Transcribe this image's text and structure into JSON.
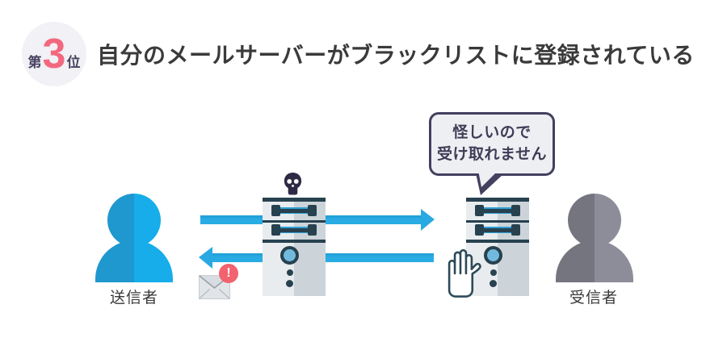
{
  "header": {
    "rank_prefix": "第",
    "rank_number": "3",
    "rank_suffix": "位",
    "title": "自分のメールサーバーがブラックリストに登録されている"
  },
  "diagram": {
    "speech_bubble": {
      "line1": "怪しいので",
      "line2": "受け取れません"
    },
    "sender_label": "送信者",
    "receiver_label": "受信者",
    "error_mark": "!",
    "icons": {
      "sender": "person-icon",
      "receiver": "person-icon",
      "blacklisted_server": "server-icon with skull-icon",
      "receiving_server": "server-icon with stop-hand-icon",
      "bounced_mail": "envelope-icon with error-badge"
    },
    "colors": {
      "arrow_blue": "#29a9e1",
      "sender_blue_dark": "#1e98ce",
      "sender_blue_light": "#16adea",
      "receiver_gray_dark": "#75757f",
      "receiver_gray_light": "#8d8d9a",
      "server_body_light": "#e8ecef",
      "server_body_shade": "#ccd4da",
      "server_trim_dark": "#27414f",
      "accent_pink": "#f2697f",
      "error_red": "#f2636f",
      "badge_circle_bg": "#f1f1f6",
      "bubble_fill": "#edeff3",
      "ink_dark": "#3f3d56",
      "title_color": "#3a3a3a"
    }
  }
}
